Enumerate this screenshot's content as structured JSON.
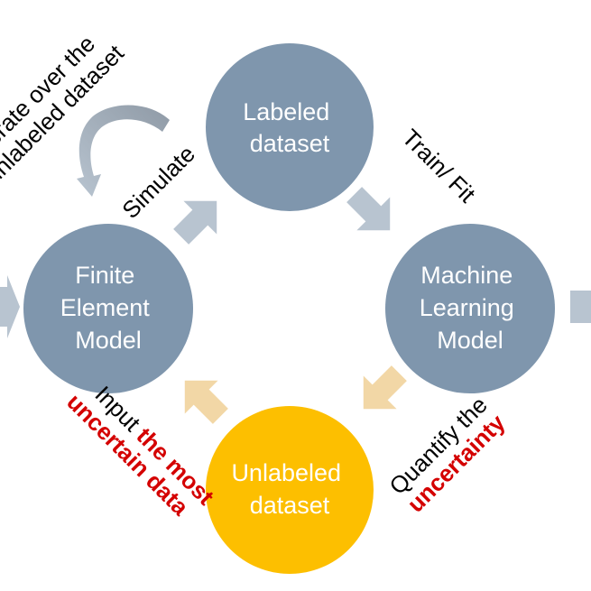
{
  "nodes": {
    "labeled": {
      "lines": [
        "Labeled",
        "dataset"
      ],
      "color": "#7f96ad"
    },
    "ml": {
      "lines": [
        "Machine",
        "Learning",
        "Model"
      ],
      "color": "#7f96ad"
    },
    "unlabeled": {
      "lines": [
        "Unlabeled",
        "dataset"
      ],
      "color": "#fdbf00"
    },
    "fem": {
      "lines": [
        "Finite",
        "Element",
        "Model"
      ],
      "color": "#7f96ad"
    }
  },
  "edges": {
    "simulate": "Simulate",
    "train_fit": "Train/ Fit",
    "quantify_line1": "Quantify the",
    "quantify_line2": "uncertainty",
    "input_prefix": "Input ",
    "input_emph": "the most",
    "input_line2": "uncertain data",
    "iterate_line1": "Iterate over the",
    "iterate_line2": "unlabeled dataset"
  },
  "colors": {
    "arrow_gray": "#b8c4d0",
    "arrow_tan": "#f2d7a6",
    "loop_light": "#b8c4d0",
    "loop_dark": "#8f9aa6",
    "emphasis_red": "#d40000"
  }
}
